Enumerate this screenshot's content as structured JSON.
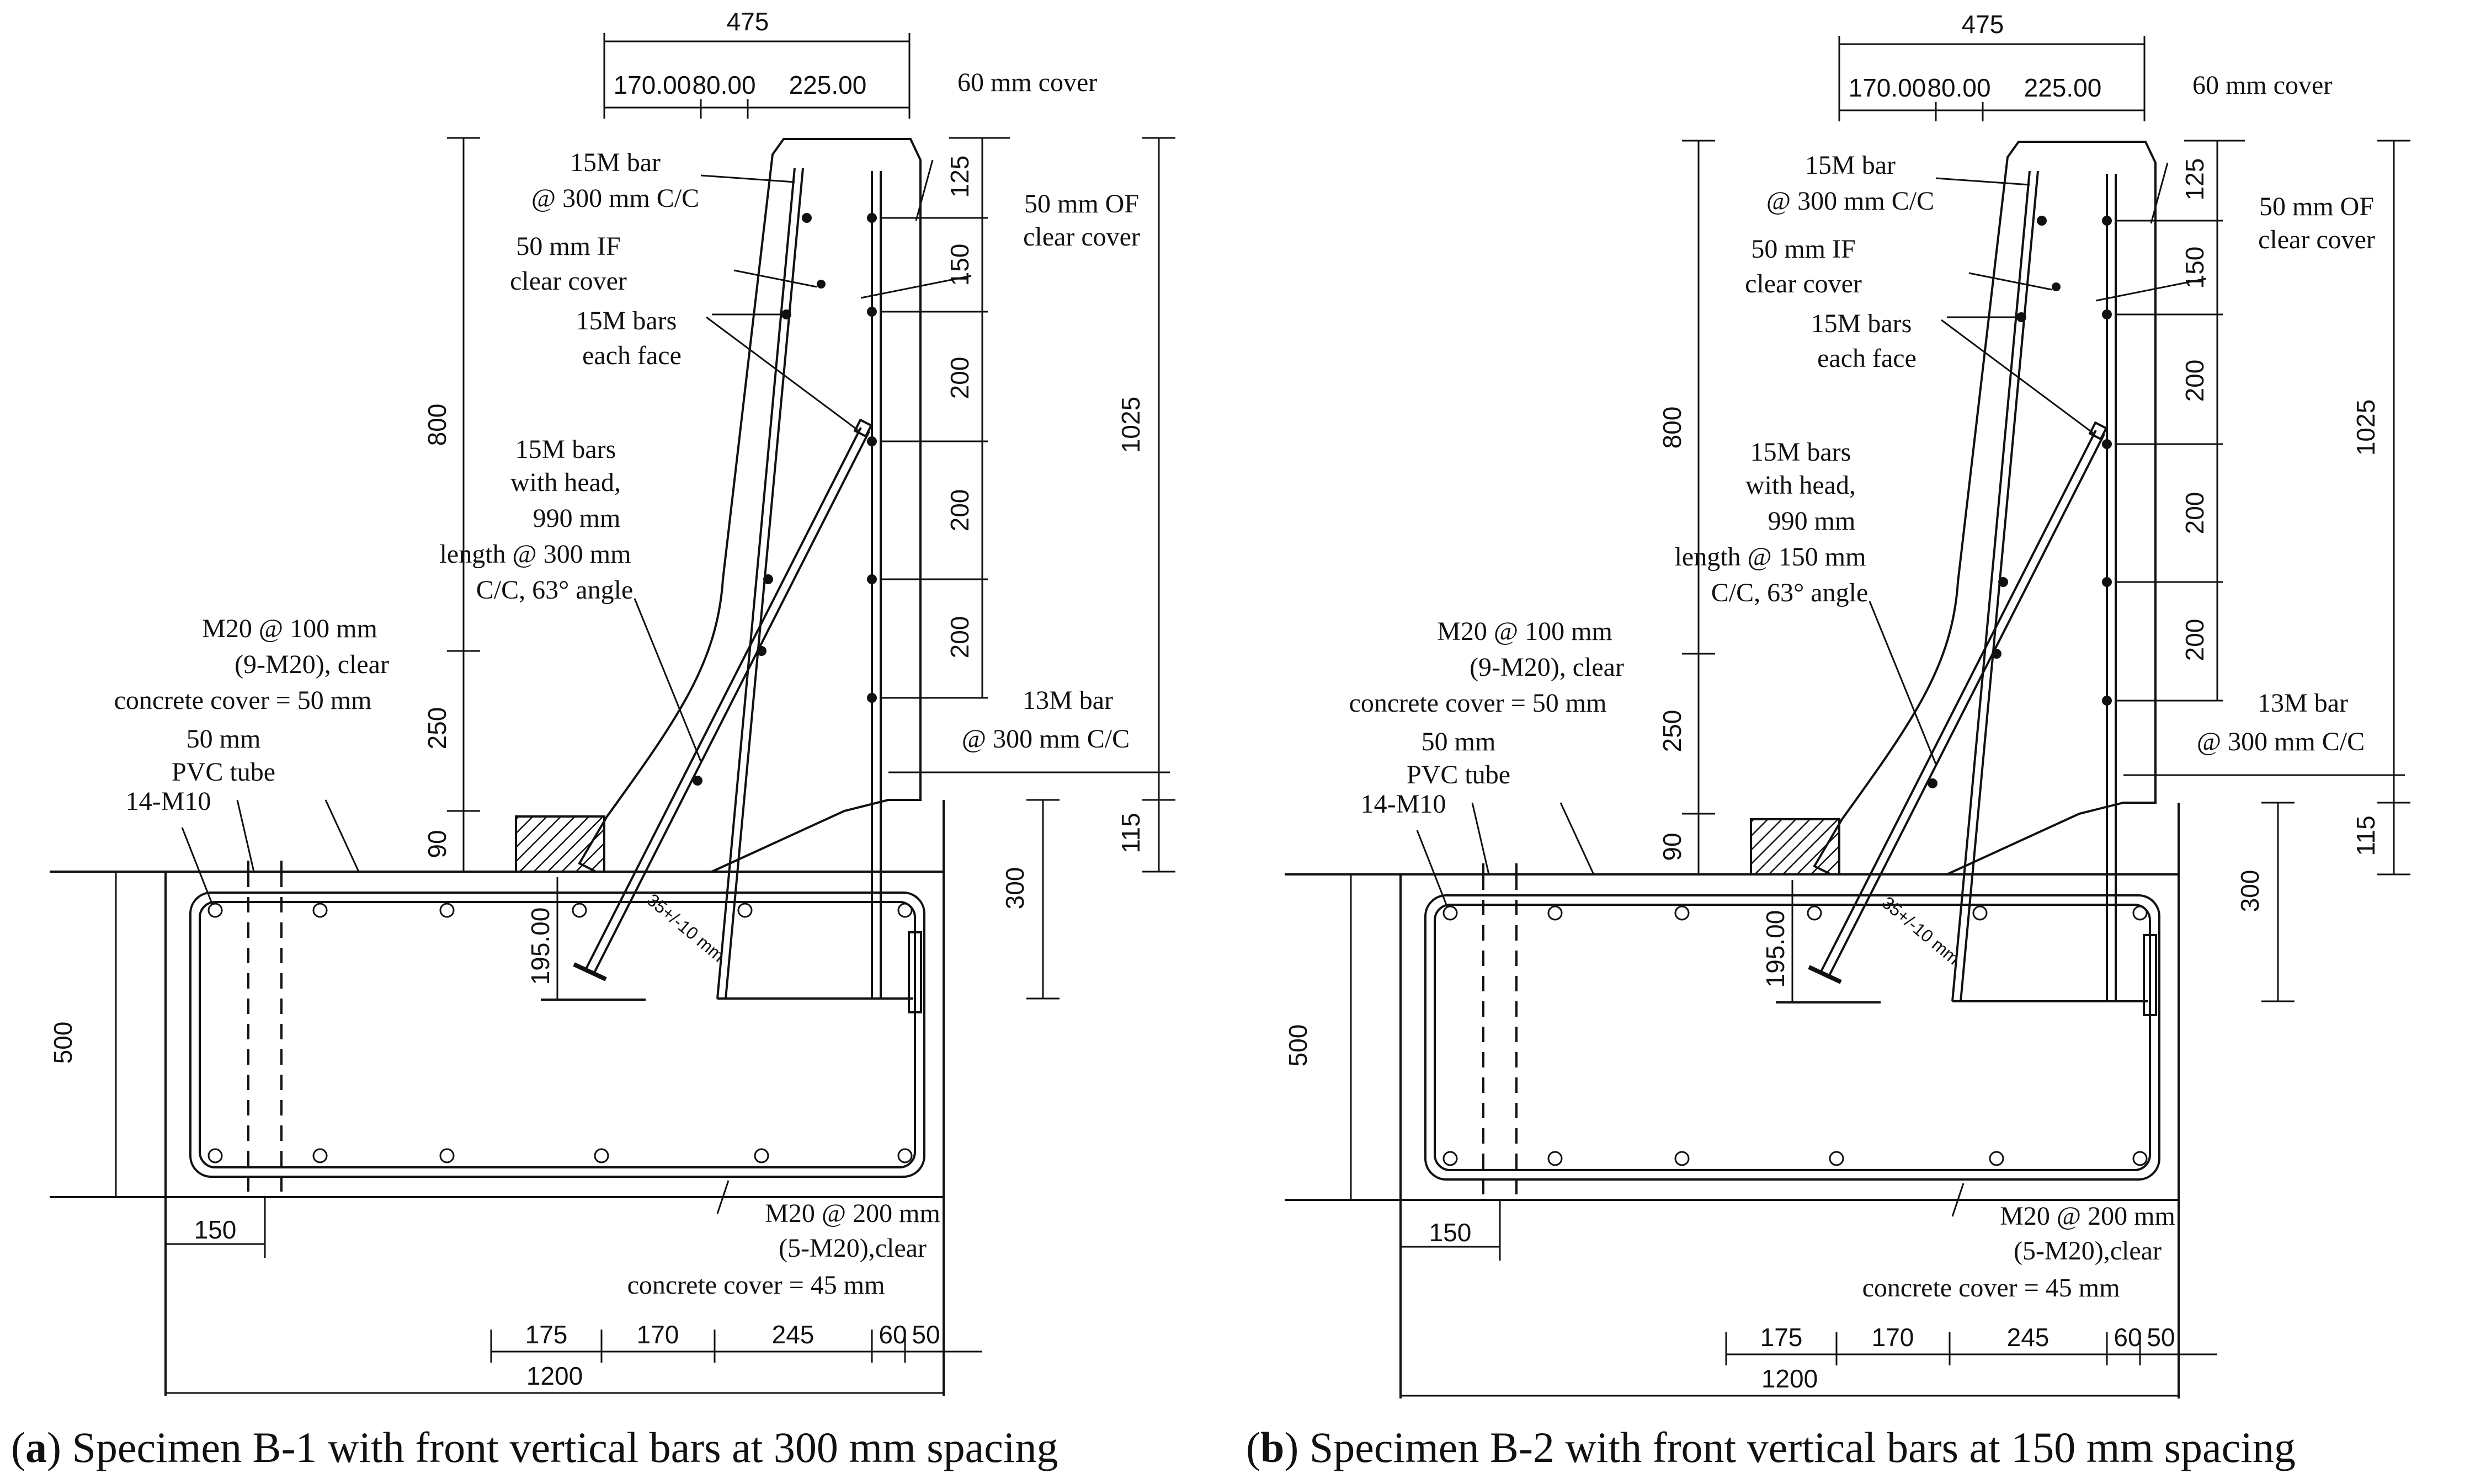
{
  "panels": [
    {
      "caption_letter": "a",
      "caption_text": ") Specimen B-1 with front vertical bars at 300 mm spacing",
      "top_dims": {
        "overall": "475",
        "d1": "170.00",
        "d2": "80.00",
        "d3": "225.00"
      },
      "labels": {
        "cover60": "60 mm cover",
        "bar15m_1": "15M bar",
        "bar15m_2": "@ 300 mm C/C",
        "of_1": "50 mm OF",
        "of_2": "clear cover",
        "if_1": "50 mm IF",
        "if_2": "clear cover",
        "bars15m_1": "15M  bars",
        "bars15m_2": "each face",
        "head_1": "15M bars",
        "head_2": "with head,",
        "head_3": "990 mm",
        "head_4": "length @ 300 mm",
        "head_5": "C/C, 63° angle",
        "m20_1": "M20 @ 100 mm",
        "m20_2": "(9-M20), clear",
        "m20_3": "concrete cover = 50 mm",
        "pvc_1": "50 mm",
        "pvc_2": "PVC tube",
        "m10": "14-M10",
        "bar13m_1": "13M  bar",
        "bar13m_2": "@ 300 mm C/C",
        "embed": "35+/-10 mm",
        "bot_1": "M20 @ 200 mm",
        "bot_2": "(5-M20),clear",
        "bot_3": "concrete cover = 45 mm"
      },
      "vdims": {
        "d800": "800",
        "d250": "250",
        "d90": "90",
        "d500": "500",
        "d195": "195.00",
        "d300": "300",
        "d115": "115",
        "d1025": "1025",
        "d125": "125",
        "d150": "150",
        "d200a": "200",
        "d200b": "200",
        "d200c": "200"
      },
      "hdims": {
        "d150": "150",
        "d175": "175",
        "d170": "170",
        "d245": "245",
        "d60": "60",
        "d50": "50",
        "d1200": "1200"
      }
    },
    {
      "caption_letter": "b",
      "caption_text": ") Specimen B-2 with front vertical bars at 150 mm spacing",
      "top_dims": {
        "overall": "475",
        "d1": "170.00",
        "d2": "80.00",
        "d3": "225.00"
      },
      "labels": {
        "cover60": "60 mm cover",
        "bar15m_1": "15M bar",
        "bar15m_2": "@ 300 mm C/C",
        "of_1": "50 mm OF",
        "of_2": "clear cover",
        "if_1": "50 mm IF",
        "if_2": "clear cover",
        "bars15m_1": "15M  bars",
        "bars15m_2": "each face",
        "head_1": "15M bars",
        "head_2": "with head,",
        "head_3": "990 mm",
        "head_4": "length @ 150 mm",
        "head_5": "C/C, 63° angle",
        "m20_1": "M20 @ 100 mm",
        "m20_2": "(9-M20), clear",
        "m20_3": "concrete cover = 50 mm",
        "pvc_1": "50 mm",
        "pvc_2": "PVC tube",
        "m10": "14-M10",
        "bar13m_1": "13M  bar",
        "bar13m_2": "@ 300 mm C/C",
        "embed": "35+/-10 mm",
        "bot_1": "M20 @ 200 mm",
        "bot_2": "(5-M20),clear",
        "bot_3": "concrete cover = 45 mm"
      },
      "vdims": {
        "d800": "800",
        "d250": "250",
        "d90": "90",
        "d500": "500",
        "d195": "195.00",
        "d300": "300",
        "d115": "115",
        "d1025": "1025",
        "d125": "125",
        "d150": "150",
        "d200a": "200",
        "d200b": "200",
        "d200c": "200"
      },
      "hdims": {
        "d150": "150",
        "d175": "175",
        "d170": "170",
        "d245": "245",
        "d60": "60",
        "d50": "50",
        "d1200": "1200"
      }
    }
  ]
}
